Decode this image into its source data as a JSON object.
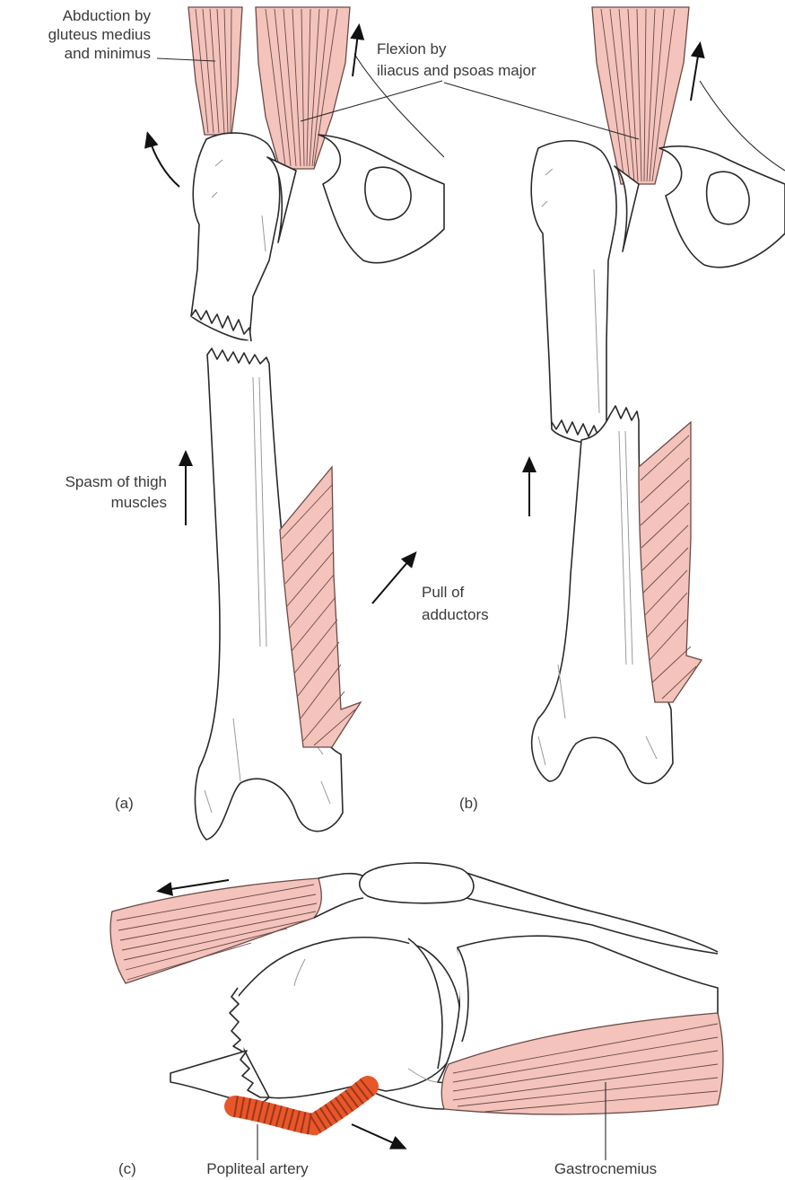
{
  "labels": {
    "abduction": [
      "Abduction by",
      "gluteus medius",
      "and minimus"
    ],
    "flexion": [
      "Flexion by",
      "iliacus and psoas major"
    ],
    "spasm": [
      "Spasm of thigh",
      "muscles"
    ],
    "adductors": [
      "Pull of",
      "adductors"
    ],
    "panel_a": "(a)",
    "panel_b": "(b)",
    "panel_c": "(c)",
    "popliteal": "Popliteal  artery",
    "gastrocnemius": "Gastrocnemius"
  },
  "colors": {
    "muscle": "#f3c3bc",
    "artery": "#e8562a",
    "outline": "#2a2a2a"
  }
}
